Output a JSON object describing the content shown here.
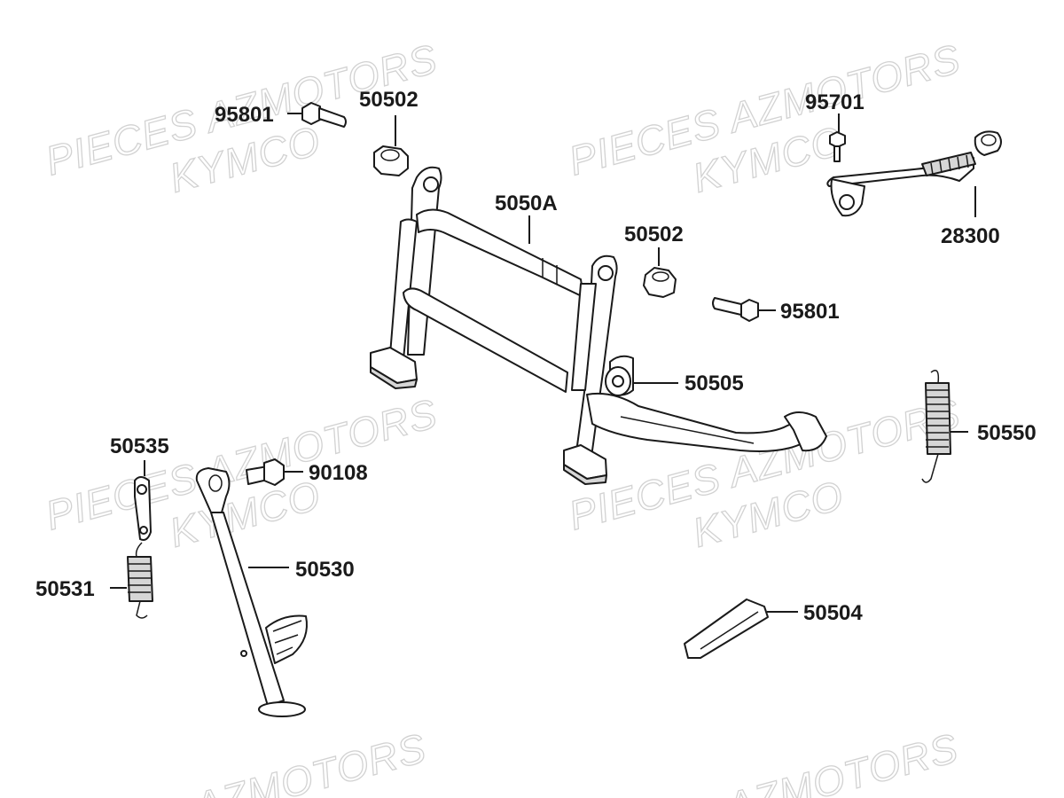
{
  "watermarks": [
    {
      "line1": "PIECES AZMOTORS",
      "line2": "KYMCO"
    },
    {
      "line1": "PIECES AZMOTORS",
      "line2": "KYMCO"
    },
    {
      "line1": "PIECES AZMOTORS",
      "line2": "KYMCO"
    },
    {
      "line1": "PIECES AZMOTORS",
      "line2": "KYMCO"
    },
    {
      "line1": "AZMOTORS"
    },
    {
      "line1": "AZMOTORS"
    }
  ],
  "labels": {
    "bolt_left": "95801",
    "collar_left": "50502",
    "screw_kick": "95701",
    "kick_lever": "28300",
    "main_stand": "5050A",
    "collar_right": "50502",
    "bolt_right": "95801",
    "stopper": "50505",
    "spring_main": "50550",
    "plate_side": "50535",
    "bolt_side": "90108",
    "side_stand": "50530",
    "spring_side": "50531",
    "pedal_rubber": "50504"
  }
}
